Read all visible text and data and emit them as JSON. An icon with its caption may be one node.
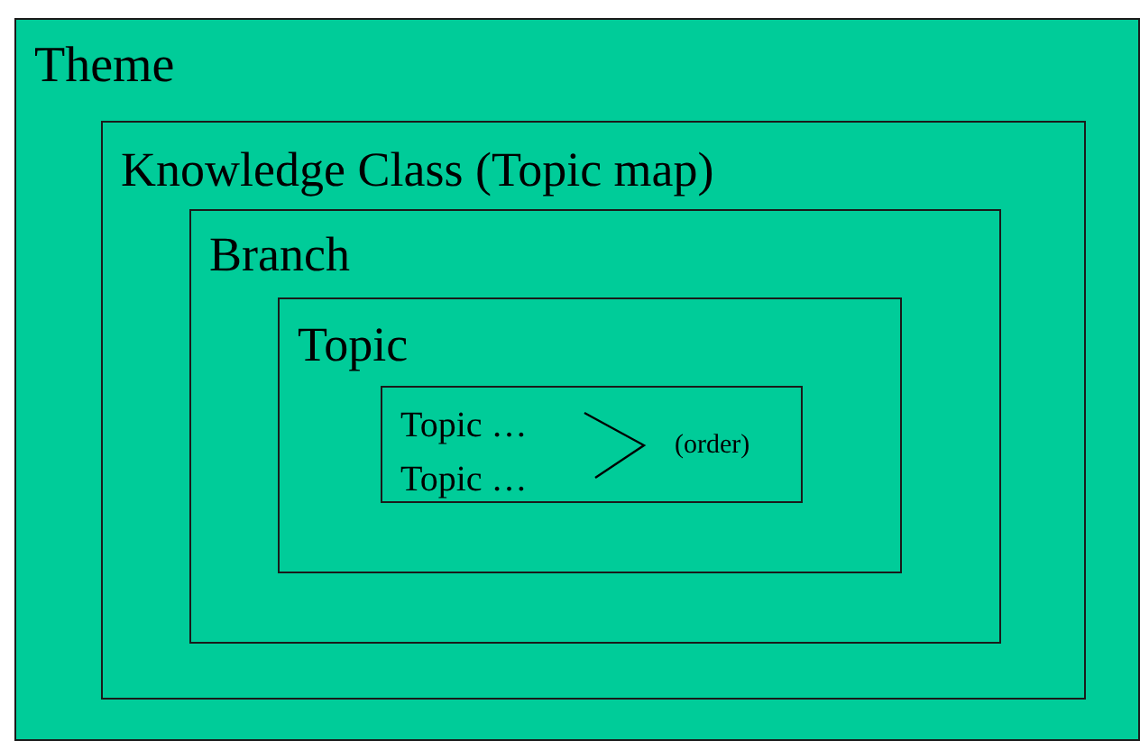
{
  "diagram": {
    "nodes": [
      {
        "text": [
          "Theme"
        ]
      },
      {
        "text": [
          "Knowledge Class (Topic map)"
        ],
        "in": 0
      },
      {
        "text": [
          "Branch"
        ],
        "in": 1
      },
      {
        "text": [
          "Topic"
        ],
        "in": 2
      },
      {
        "text": [
          "Topic …",
          "Topic …",
          "(order)"
        ],
        "in": 3
      }
    ]
  }
}
